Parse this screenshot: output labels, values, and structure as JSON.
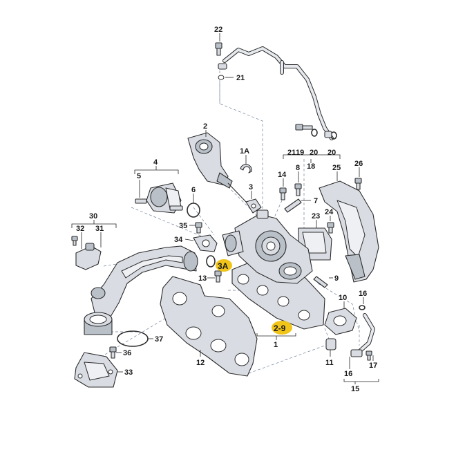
{
  "labels": {
    "l22": "22",
    "l21": "21",
    "l2": "2",
    "l1A": "1A",
    "l3": "3",
    "l4": "4",
    "l5": "5",
    "l6": "6",
    "l8": "8",
    "l14": "14",
    "l7": "7",
    "l25": "25",
    "l26": "26",
    "l21b": "21",
    "l19": "19",
    "l20a": "20",
    "l20b": "20",
    "l18": "18",
    "l23": "23",
    "l24": "24",
    "l30": "30",
    "l32": "32",
    "l31": "31",
    "l35": "35",
    "l34": "34",
    "l3A": "3A",
    "l13": "13",
    "l9": "9",
    "l10": "10",
    "l16a": "16",
    "l29": "2-9",
    "l1": "1",
    "l37": "37",
    "l36": "36",
    "l12": "12",
    "l33": "33",
    "l11": "11",
    "l17": "17",
    "l16b": "16",
    "l15": "15"
  },
  "colors": {
    "highlight": "#f0c419",
    "part_fill": "#d9dde3",
    "outline": "#2b2b2b",
    "dashed_line": "#6d7f96"
  }
}
